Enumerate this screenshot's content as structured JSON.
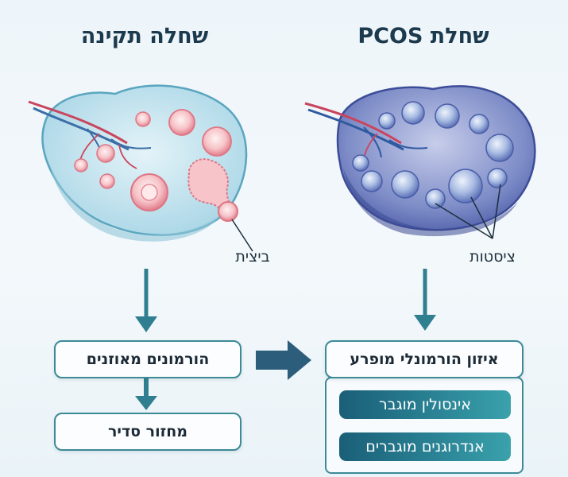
{
  "titles": {
    "normal": "שחלה תקינה",
    "pcos": "שחלת PCOS"
  },
  "labels": {
    "egg": "ביצית",
    "cysts": "ציסטות"
  },
  "left_flow": {
    "step1": "הורמונים מאוזנים",
    "step2": "מחזור סדיר"
  },
  "right_flow": {
    "step1": "איזון הורמונלי מופרע",
    "items": [
      "אינסולין מוגבר",
      "אנדרוגנים מוגברים"
    ]
  },
  "colors": {
    "teal": "#3c8a96",
    "arrow": "#2f7f90",
    "normal_ovary": "#bfe2ee",
    "pcos_ovary": "#5a6db4",
    "follicle": "#e98f9a",
    "cyst": "#9fb2dc"
  }
}
